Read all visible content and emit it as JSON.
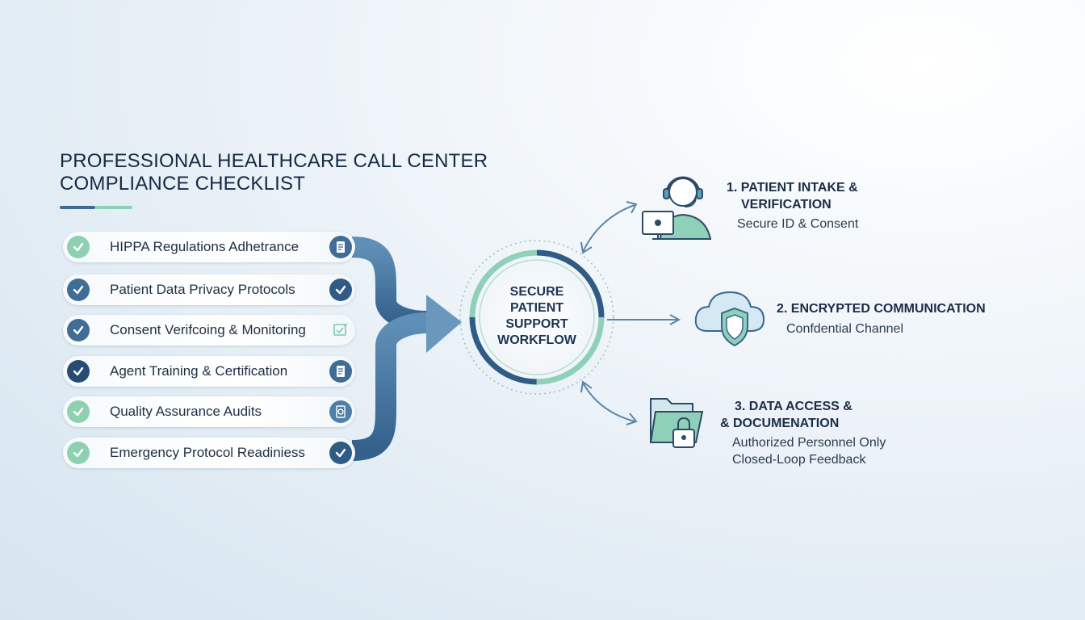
{
  "title": {
    "line1": "PROFESSIONAL HEALTHCARE CALL CENTER",
    "line2": "COMPLIANCE CHECKLIST"
  },
  "checklist": [
    {
      "label": "HIPPA Regulations Adhetrance",
      "check_style": "light",
      "end_icon": "document-icon"
    },
    {
      "label": "Patient Data Privacy Protocols",
      "check_style": "dark",
      "end_icon": "check-circle-icon"
    },
    {
      "label": "Consent Verifcoing & Monitoring",
      "check_style": "dark",
      "end_icon": "edit-form-icon"
    },
    {
      "label": "Agent Training & Certification",
      "check_style": "navy",
      "end_icon": "document-icon"
    },
    {
      "label": "Quality Assurance Audits",
      "check_style": "light",
      "end_icon": "audit-icon"
    },
    {
      "label": "Emergency Protocol Readiniess",
      "check_style": "light",
      "end_icon": "check-circle-icon"
    }
  ],
  "hub": {
    "line1": "SECURE",
    "line2": "PATIENT",
    "line3": "SUPPORT",
    "line4": "WORKFLOW"
  },
  "nodes": [
    {
      "icon": "call-agent-icon",
      "title_line1": "1. PATIENT INTAKE &",
      "title_line2": "VERIFICATION",
      "sub_line1": "Secure ID & Consent"
    },
    {
      "icon": "cloud-shield-icon",
      "title_line1": "2. ENCRYPTED COMMUNICATION",
      "sub_line1": "Confdential Channel"
    },
    {
      "icon": "folder-lock-icon",
      "title_line1": "3. DATA ACCESS &",
      "title_line2": "& DOCUMENATION",
      "sub_line1": "Authorized Personnel Only",
      "sub_line2": "Closed-Loop Feedback"
    }
  ],
  "colors": {
    "navy": "#2f5b85",
    "teal": "#7ccaa9",
    "arrow": "#5d86a8",
    "text": "#152a45"
  }
}
